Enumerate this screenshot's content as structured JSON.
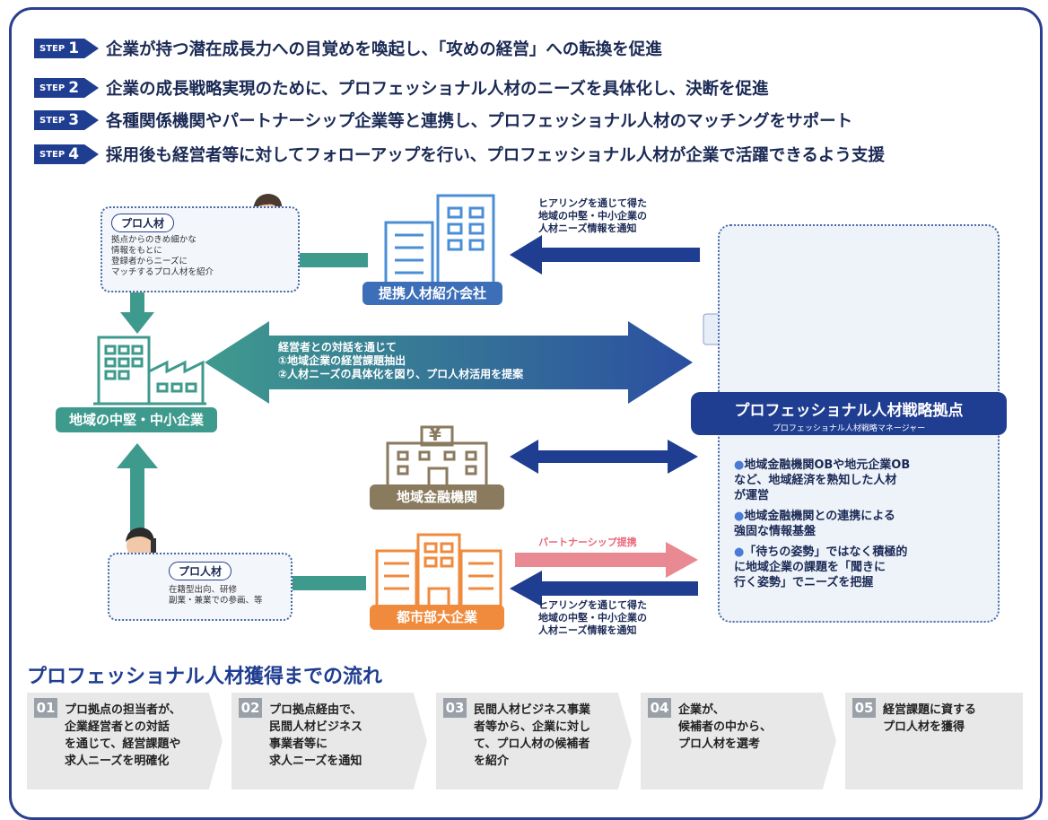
{
  "steps": [
    {
      "badge": "STEP",
      "num": "1",
      "text": "企業が持つ潜在成長力への目覚めを喚起し、「攻めの経営」への転換を促進"
    },
    {
      "badge": "STEP",
      "num": "2",
      "text": "企業の成長戦略実現のために、プロフェッショナル人材のニーズを具体化し、決断を促進"
    },
    {
      "badge": "STEP",
      "num": "3",
      "text": "各種関係機関やパートナーシップ企業等と連携し、プロフェッショナル人材のマッチングをサポート"
    },
    {
      "badge": "STEP",
      "num": "4",
      "text": "採用後も経営者等に対してフォローアップを行い、プロフェッショナル人材が企業で活躍できるよう支援"
    }
  ],
  "pro_top": {
    "tag": "プロ人材",
    "lines": [
      "拠点からのきめ細かな",
      "情報をもとに",
      "登録者からニーズに",
      "マッチするプロ人材を紹介"
    ]
  },
  "pro_bottom": {
    "tag": "プロ人材",
    "lines": [
      "在籍型出向、研修",
      "副業・兼業での参画、等"
    ]
  },
  "nodes": {
    "agency": "提携人材紹介会社",
    "sme": "地域の中堅・中小企業",
    "bank": "地域金融機関",
    "bank_symbol": "¥",
    "bigcorp": "都市部大企業"
  },
  "arrows": {
    "hearing_top": [
      "ヒアリングを通じて得た",
      "地域の中堅・中小企業の",
      "人材ニーズ情報を通知"
    ],
    "dialogue": [
      "経営者との対話を通じて",
      "①地域企業の経営課題抽出",
      "②人材ニーズの具体化を図り、プロ人材活用を提案"
    ],
    "partnership": "パートナーシップ提携",
    "hearing_bottom": [
      "ヒアリングを通じて得た",
      "地域の中堅・中小企業の",
      "人材ニーズ情報を通知"
    ]
  },
  "hub": {
    "title": "プロフェッショナル人材戦略拠点",
    "subtitle": "プロフェッショナル人材戦略マネージャー",
    "bullets": [
      [
        "地域金融機関OBや地元企業OB",
        "など、地域経済を熟知した人材",
        "が運営"
      ],
      [
        "地域金融機関との連携による",
        "強固な情報基盤"
      ],
      [
        "「待ちの姿勢」ではなく積極的",
        "に地域企業の課題を「聞きに",
        "行く姿勢」でニーズを把握"
      ]
    ]
  },
  "flow": {
    "title": "プロフェッショナル人材獲得までの流れ",
    "steps": [
      {
        "num": "01",
        "lines": [
          "プロ拠点の担当者が、",
          "企業経営者との対話",
          "を通じて、経営課題や",
          "求人ニーズを明確化"
        ]
      },
      {
        "num": "02",
        "lines": [
          "プロ拠点経由で、",
          "民間人材ビジネス",
          "事業者等に",
          "求人ニーズを通知"
        ]
      },
      {
        "num": "03",
        "lines": [
          "民間人材ビジネス事業",
          "者等から、企業に対し",
          "て、プロ人材の候補者",
          "を紹介"
        ]
      },
      {
        "num": "04",
        "lines": [
          "企業が、",
          "候補者の中から、",
          "プロ人材を選考"
        ]
      },
      {
        "num": "05",
        "lines": [
          "経営課題に資する",
          "プロ人材を獲得"
        ]
      }
    ]
  },
  "colors": {
    "navy": "#1f3d91",
    "teal": "#3f9a8e",
    "bank": "#8a7a5e",
    "orange": "#f08a3c",
    "pink": "#e98a93"
  }
}
